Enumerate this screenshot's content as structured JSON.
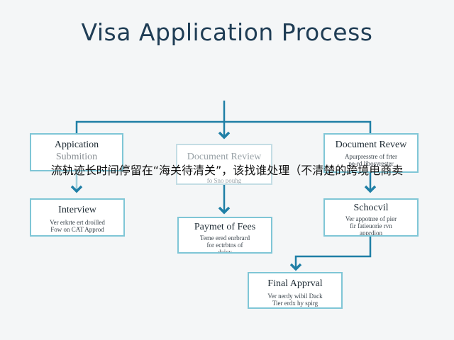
{
  "title": "Visa Application Process",
  "nodes": {
    "application": {
      "line1": "Appication",
      "line2": "Submition"
    },
    "document_review_center": {
      "title": "Document Review",
      "sub": "fo Sno pouhg"
    },
    "document_review_right": {
      "title": "Document Revew",
      "sub1": "Apurpresstre of frter",
      "sub2": "pe-rd  libosyrester"
    },
    "interview": {
      "title": "Interview",
      "sub1": "Ver erkrte ert droilled",
      "sub2": "Fow on CAT Approd"
    },
    "payment": {
      "title": "Paymet of Fees",
      "sub1": "Teme ered enrbrard",
      "sub2": "for ectrbtns of",
      "sub3": "daicy"
    },
    "schedule": {
      "title": "Schocvil",
      "sub1": "Ver appotnre of pier",
      "sub2": "fir fatieuorie rvn",
      "sub3": "apprdion"
    },
    "final": {
      "title": "Final Apprval",
      "sub1": "Ver nerdy wibil Dack",
      "sub2": "Tier erdx hy spirg"
    }
  },
  "overlay_text": "流轨迹长时间停留在“海关待清关”，该找谁处理（不清楚的跨境电商卖",
  "colors": {
    "connector": "#1f7fa6",
    "box_border": "#7fc6d6",
    "title": "#1f3d55"
  }
}
